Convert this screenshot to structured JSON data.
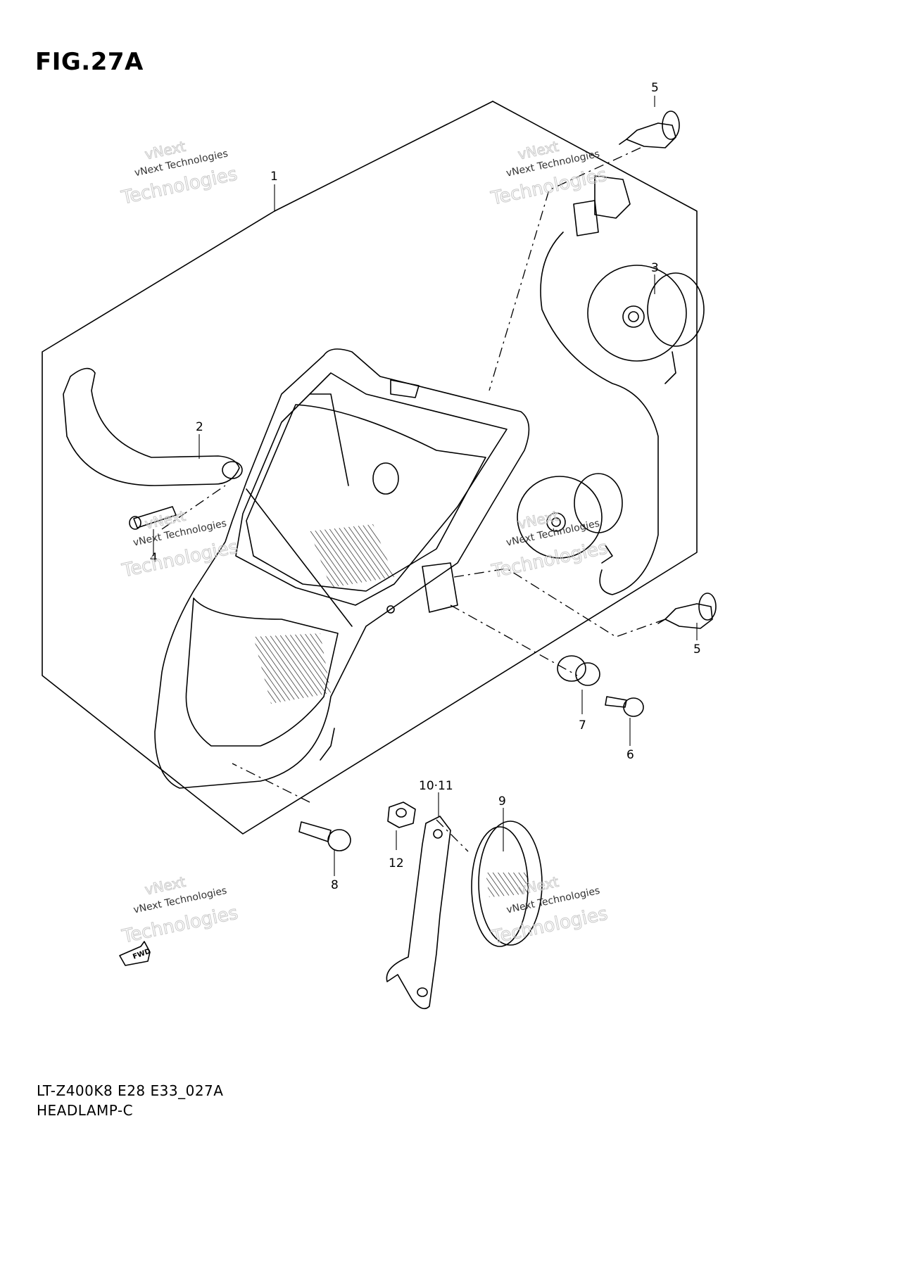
{
  "figure": {
    "title": "FIG.27A"
  },
  "callouts": {
    "c1": "1",
    "c2": "2",
    "c3": "3",
    "c4": "4",
    "c5a": "5",
    "c5b": "5",
    "c6": "6",
    "c7": "7",
    "c8": "8",
    "c9": "9",
    "c10_11": "10·11",
    "c12": "12"
  },
  "fwd_label": "FWD",
  "watermark": {
    "line1": "vNext",
    "line2": "vNext Technologies",
    "line3": "Technologies"
  },
  "footer": {
    "model_code": "LT-Z400K8 E28 E33_027A",
    "section": "HEADLAMP-C"
  }
}
